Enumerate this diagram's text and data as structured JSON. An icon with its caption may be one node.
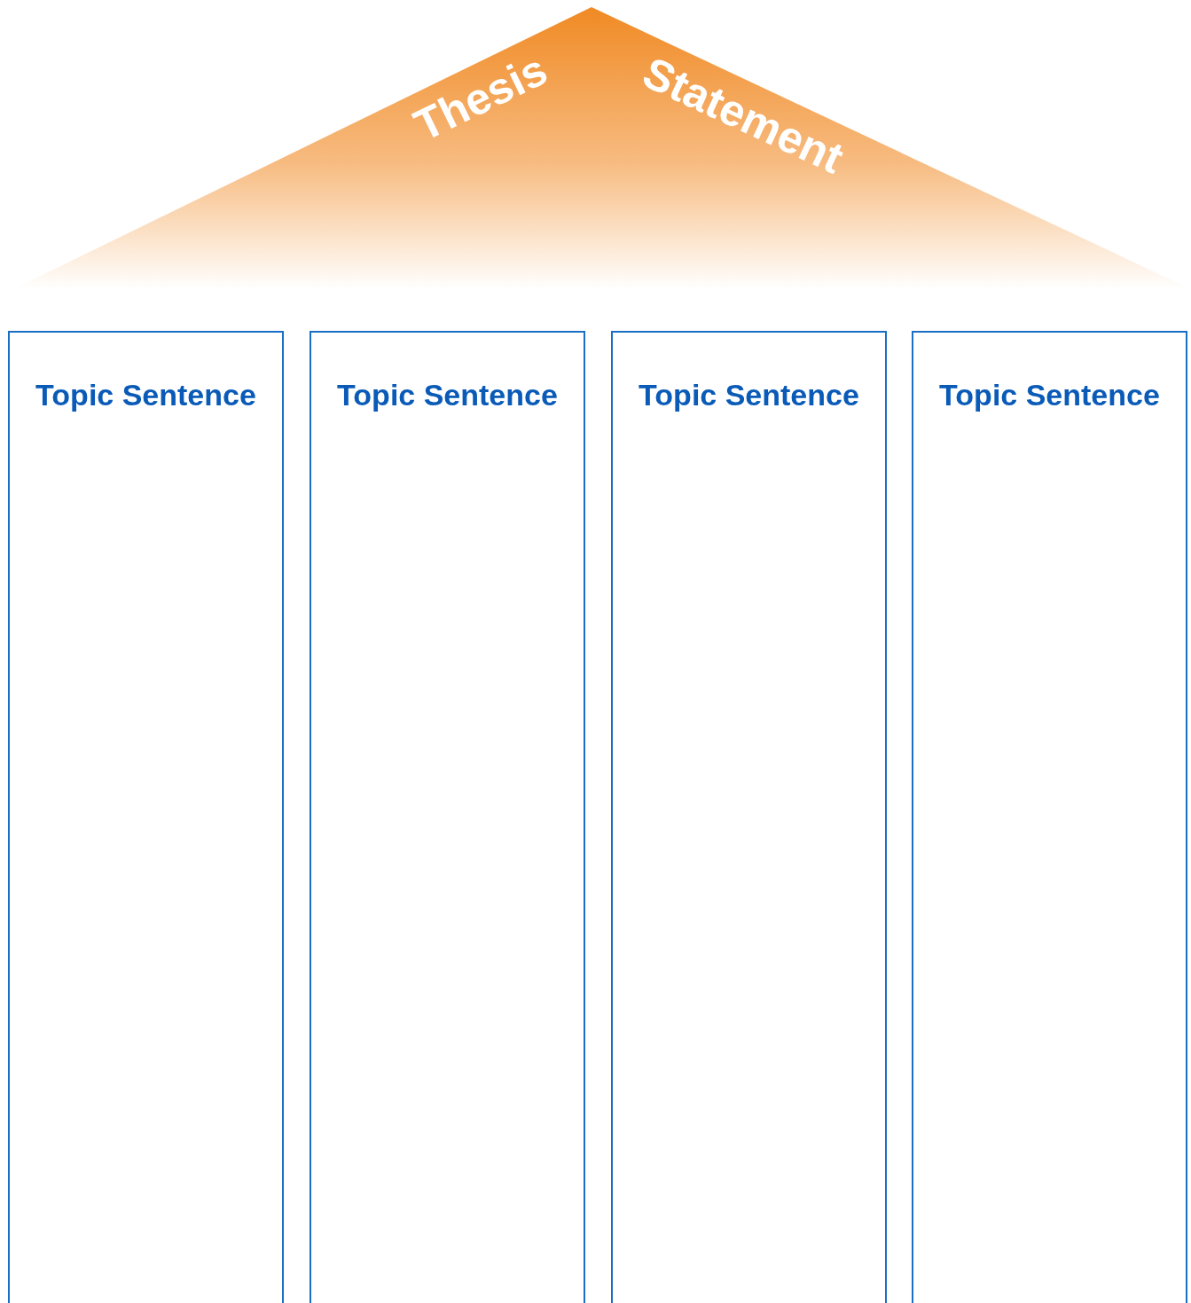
{
  "diagram": {
    "nodes": [
      {
        "text": [
          "Thesis",
          "Statement"
        ]
      },
      {
        "text": [
          "Topic Sentence"
        ]
      },
      {
        "text": [
          "Topic Sentence"
        ]
      },
      {
        "text": [
          "Topic Sentence"
        ]
      },
      {
        "text": [
          "Topic Sentence"
        ]
      }
    ]
  }
}
